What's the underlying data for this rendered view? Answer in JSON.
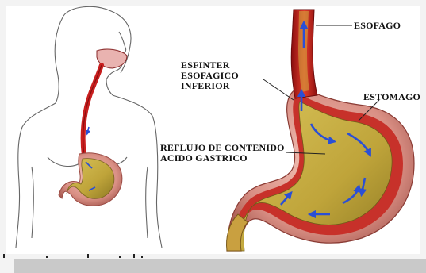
{
  "labels": {
    "esofago": "ESOFAGO",
    "esfinter": "ESFINTER\nESOFAGICO\nINFERIOR",
    "estomago": "ESTOMAGO",
    "reflujo": "REFLUJO DE CONTENIDO\nACIDO GASTRICO"
  },
  "colors": {
    "stomach_wall": "#d98f84",
    "stomach_inner": "#c9b342",
    "esophagus_red": "#c81e1e",
    "arrow_blue": "#2a4fd6",
    "body_outline": "#555555"
  }
}
